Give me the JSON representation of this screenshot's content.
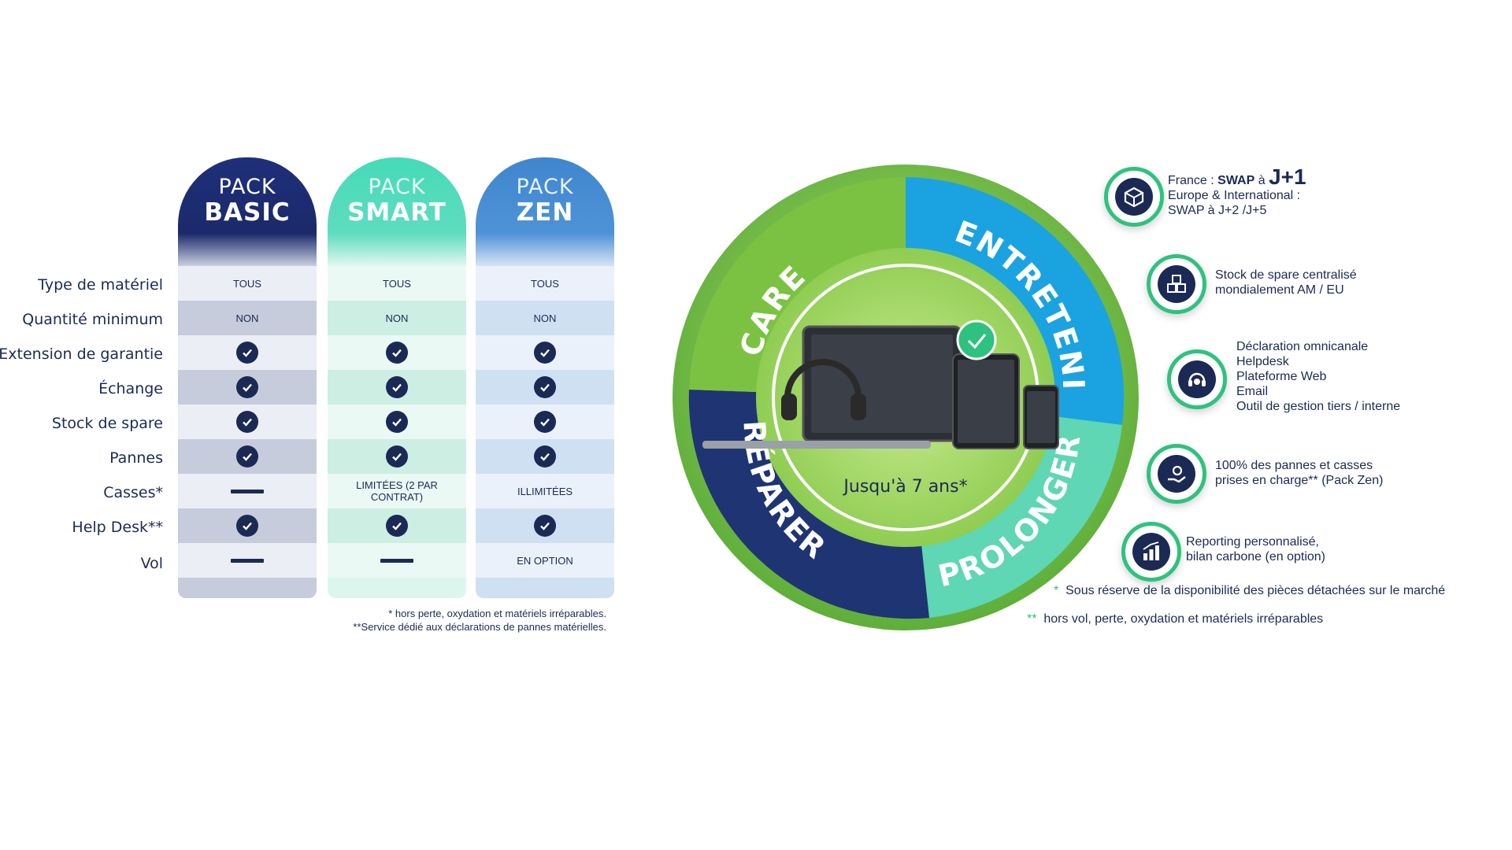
{
  "table": {
    "row_labels": [
      "Type de matériel",
      "Quantité minimum",
      "Extension de garantie",
      "Échange",
      "Stock de spare",
      "Pannes",
      "Casses*",
      "Help Desk**",
      "Vol"
    ],
    "packs": [
      {
        "pack": "PACK",
        "name": "BASIC",
        "cells": [
          {
            "type": "text",
            "value": "TOUS"
          },
          {
            "type": "text",
            "value": "NON"
          },
          {
            "type": "check"
          },
          {
            "type": "check"
          },
          {
            "type": "check"
          },
          {
            "type": "check"
          },
          {
            "type": "dash"
          },
          {
            "type": "check"
          },
          {
            "type": "dash"
          }
        ]
      },
      {
        "pack": "PACK",
        "name": "SMART",
        "cells": [
          {
            "type": "text",
            "value": "TOUS"
          },
          {
            "type": "text",
            "value": "NON"
          },
          {
            "type": "check"
          },
          {
            "type": "check"
          },
          {
            "type": "check"
          },
          {
            "type": "check"
          },
          {
            "type": "text",
            "value": "LIMITÉES (2 PAR CONTRAT)"
          },
          {
            "type": "check"
          },
          {
            "type": "dash"
          }
        ]
      },
      {
        "pack": "PACK",
        "name": "ZEN",
        "cells": [
          {
            "type": "text",
            "value": "TOUS"
          },
          {
            "type": "text",
            "value": "NON"
          },
          {
            "type": "check"
          },
          {
            "type": "check"
          },
          {
            "type": "check"
          },
          {
            "type": "check"
          },
          {
            "type": "text",
            "value": "ILLIMITÉES"
          },
          {
            "type": "check"
          },
          {
            "type": "text",
            "value": "EN OPTION"
          }
        ]
      }
    ],
    "footnote_1": "* hors perte, oxydation et matériels irréparables.",
    "footnote_2": "**Service dédié aux déclarations de pannes matérielles."
  },
  "wheel": {
    "segments": [
      "CARE",
      "ENTRETENIR",
      "PROLONGER",
      "RÉPARER"
    ],
    "center_text": "Jusqu'à 7 ans*",
    "colors": {
      "green": "#7cc242",
      "blue": "#1aa3e0",
      "mint": "#5fd6b4",
      "navy": "#1f3473"
    }
  },
  "features": [
    {
      "icon": "swap-box-icon",
      "prefix": "France : ",
      "bold": "SWAP",
      "mid": " à ",
      "big": "J+1",
      "line2": "Europe & International :",
      "line3": "SWAP à J+2 /J+5"
    },
    {
      "icon": "boxes-icon",
      "line1": "Stock de spare centralisé",
      "line2": "mondialement AM / EU"
    },
    {
      "icon": "headset-icon",
      "line1": "Déclaration omnicanale",
      "line2": "Helpdesk",
      "line3": "Plateforme Web",
      "line4": "Email",
      "line5": "Outil de gestion tiers / interne"
    },
    {
      "icon": "gear-hand-icon",
      "line1": "100% des pannes et casses",
      "line2": "prises en charge** (Pack Zen)"
    },
    {
      "icon": "bar-chart-icon",
      "line1": "Reporting personnalisé,",
      "line2": "bilan carbone (en option)"
    }
  ],
  "notes": {
    "note1_mark": "*",
    "note1_text": "Sous réserve de la disponibilité des pièces détachées sur le marché",
    "note2_mark": "**",
    "note2_text": "hors vol, perte, oxydation et matériels irréparables"
  },
  "colors": {
    "navy": "#1b2a55",
    "accent_green": "#2ec27e"
  }
}
